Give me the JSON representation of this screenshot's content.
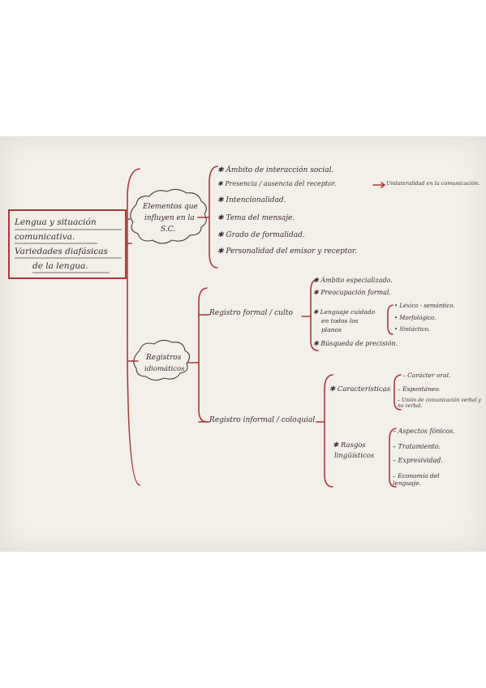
{
  "center": {
    "lines": [
      "Lengua y situación",
      "comunicativa.",
      "Variedades diafásicas",
      "de la lengua."
    ]
  },
  "elements_cloud": {
    "lines": [
      "Elementos que",
      "influyen en la",
      "S.C."
    ]
  },
  "elements_items": [
    "Ámbito de interacción social.",
    "Presencia / ausencia del receptor.",
    "Intencionalidad.",
    "Tema del mensaje.",
    "Grado de formalidad.",
    "Personalidad del emisor y receptor."
  ],
  "receptor_note": "Unilateralidad en la comunicación.",
  "registros_cloud": {
    "lines": [
      "Registros",
      "idiomáticos"
    ]
  },
  "formal": {
    "label": "Registro formal / culto",
    "items": [
      "Ámbito especializado.",
      "Preocupación formal."
    ],
    "cuidado_lines": [
      "Lenguaje cuidado",
      "en todos los",
      "planos"
    ],
    "planos": [
      "Léxico - semántico.",
      "Morfológico.",
      "Sintáctico."
    ],
    "last": "Búsqueda de precisión."
  },
  "informal": {
    "label": "Registro informal / coloquial",
    "caracteristicas": "Características",
    "car_items": [
      "Carácter oral.",
      "Espontáneo.",
      "Unión de comunicación verbal y no verbal."
    ],
    "rasgos_lines": [
      "Rasgos",
      "lingüísticos"
    ],
    "rasgos_items": [
      "Aspectos fónicos.",
      "Tratamiento.",
      "Expresividad.",
      "Economía del lenguaje."
    ]
  }
}
